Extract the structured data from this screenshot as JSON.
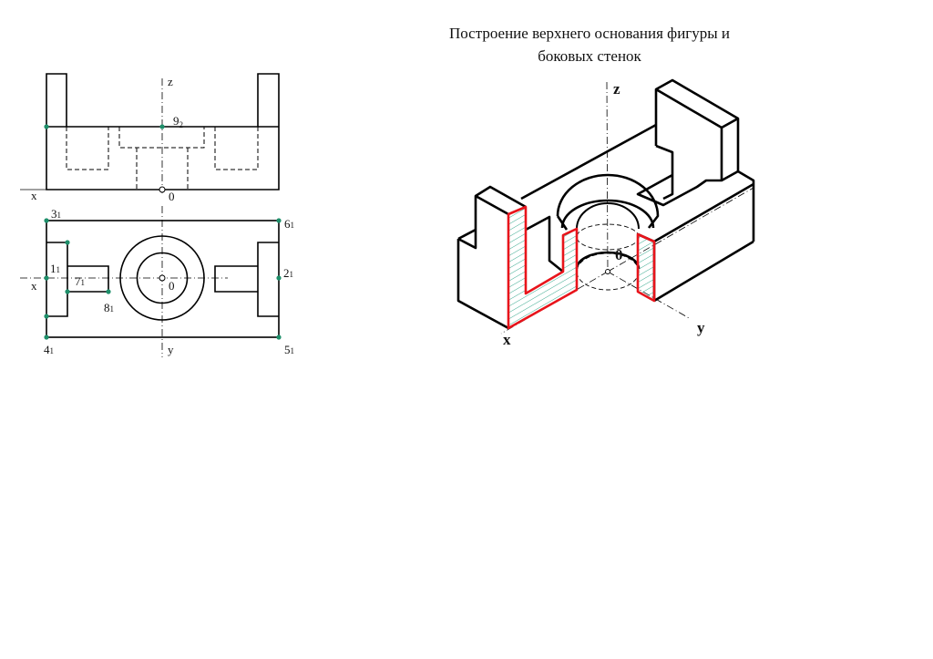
{
  "title": {
    "line1": "Построение верхнего основания фигуры и",
    "line2": "боковых стенок"
  },
  "front_view": {
    "labels": {
      "z": "z",
      "x": "x",
      "origin": "0",
      "p9": "9",
      "p9_sub": "2"
    }
  },
  "top_view": {
    "labels": {
      "x": "x",
      "y": "y",
      "origin": "0",
      "p1": "1",
      "p2": "2",
      "p3": "3",
      "p4": "4",
      "p5": "5",
      "p6": "6",
      "p7": "7",
      "p8": "8",
      "sub": "1"
    }
  },
  "isometric": {
    "labels": {
      "z": "z",
      "x": "x",
      "y": "y",
      "origin": "0"
    }
  },
  "colors": {
    "line": "#000000",
    "section_outline": "#e8141b",
    "hatch": "#3aa98f",
    "point": "#1e8f6a"
  }
}
